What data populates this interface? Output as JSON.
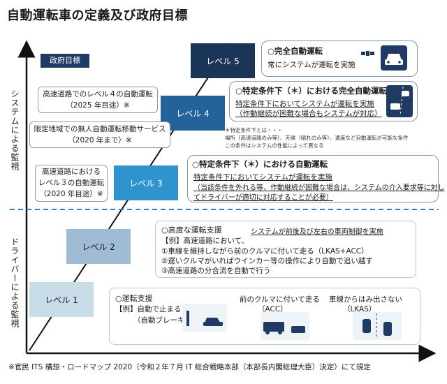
{
  "title": "自動運転車の定義及び政府目標",
  "axis": {
    "upper_label": "システムによる監視",
    "lower_label": "ドライバーによる監視"
  },
  "gov_target_label": "政府目標",
  "levels": [
    {
      "label": "レベル 1",
      "color": "#c9dde9"
    },
    {
      "label": "レベル 2",
      "color": "#9fbcd4"
    },
    {
      "label": "レベル 3",
      "color": "#2f93cf"
    },
    {
      "label": "レベル 4",
      "color": "#23639a"
    },
    {
      "label": "レベル 5",
      "color": "#1b3558"
    }
  ],
  "gov_goals": {
    "l4_highway": [
      "高速道路でのレベル４の自動運転",
      "（2025 年目途）※"
    ],
    "l4_unmanned": [
      "限定地域での無人自動運転移動サービス",
      "（2020 年まで）※"
    ],
    "l3_highway": [
      "高速道路における",
      "レベル３の自動運転",
      "（2020 年目途）※"
    ]
  },
  "level5_desc": {
    "heading": "○完全自動運転",
    "body": "常にシステムが運転を実施"
  },
  "level4_desc": {
    "heading": "○特定条件下（＊）における完全自動運転",
    "body1": "特定条件下においてシステムが運転を実施",
    "body2": "（作動継続が困難な場合もシステムが対応）"
  },
  "condition_note": [
    "＊特定条件下とは・・・",
    "場所（高速道路のみ等）、天候（晴れのみ等）、速度など自動運転が可能な条件",
    "この条件はシステムの性能によって異なる"
  ],
  "level3_desc": {
    "heading": "○特定条件下（＊）における自動運転",
    "body1": "特定条件下においてシステムが運転を実施",
    "body2": "（当該条件を外れる等、作動継続が困難な場合は、システムの介入要求等に対し",
    "body3": "てドライバーが適切に対応することが必要）"
  },
  "level2_desc": {
    "heading": "○高度な運転支援",
    "right": "システムが前後及び左右の車両制御を実施",
    "example": "【例】高速道路において、",
    "items": [
      "①車線を維持しながら前のクルマに付いて走る（LKAS+ACC）",
      "②遅いクルマがいればウインカー等の操作により自動で追い越す",
      "③高速道路の分合流を自動で行う"
    ]
  },
  "level1_desc": {
    "heading": "○運転支援",
    "example": "【例】自動で止まる",
    "example2": "（自動ブレーキ）",
    "acc": [
      "前のクルマに付いて走る",
      "（ACC）"
    ],
    "lkas": [
      "車線からはみ出さない",
      "（LKAS）"
    ]
  },
  "footnote": "※官民 ITS 構想・ロードマップ 2020（令和２年７月 IT 総合戦略本部（本部長内閣総理大臣）決定）にて規定"
}
